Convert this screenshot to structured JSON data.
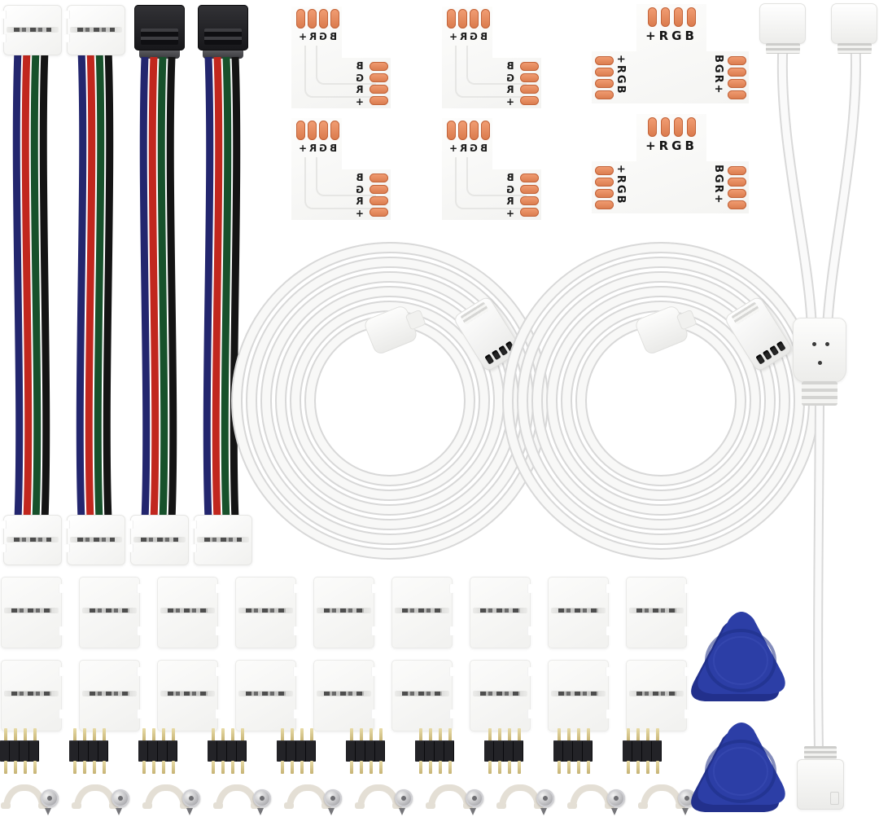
{
  "labels": {
    "l_top": "+RGB",
    "l_side": "BGR+",
    "t_top": "+RGB",
    "t_left": "+RGB",
    "t_right": "BGR+"
  },
  "counts": {
    "strip_to_wire_jumpers": 4,
    "l_shape_connectors": 4,
    "t_shape_connectors": 2,
    "extension_cable_coils": 2,
    "one_to_two_splitter_cables": 1,
    "gapless_strip_clips": 18,
    "four_pin_male_headers": 10,
    "mounting_clips_with_screws": 10,
    "pry_opening_tools": 2
  },
  "colors": {
    "background": "#ffffff",
    "pad_copper": "#ec9267",
    "pcb_white": "#fbfbfa",
    "wire_blue": "#23266e",
    "wire_red": "#c1271e",
    "wire_green": "#17512b",
    "wire_black": "#141414",
    "cable_white": "#f8f8f7",
    "cable_edge": "#d8d8d8",
    "tool_blue": "#2c3ea6",
    "tool_blue_dark": "#22308c",
    "header_black": "#1b1b1e",
    "pin_gold": "#d6c68c",
    "bracket_cream": "#e4dfd5",
    "screw_silver": "#b9b9bd"
  }
}
